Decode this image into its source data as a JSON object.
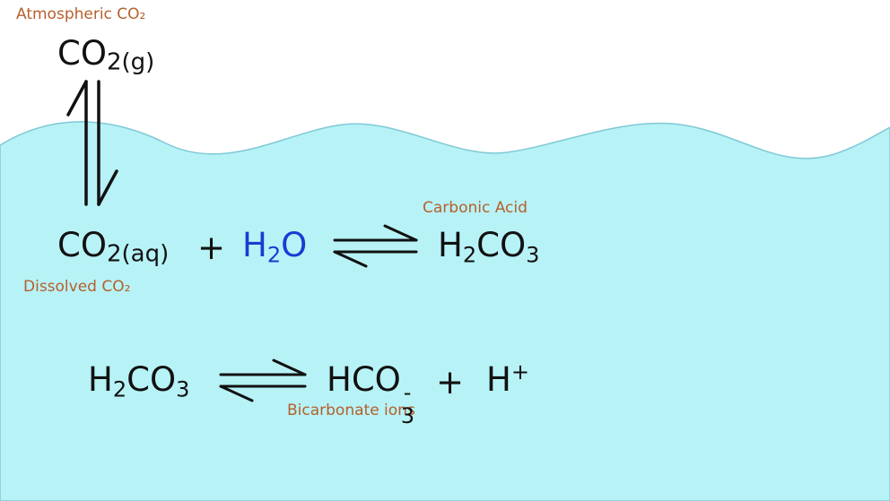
{
  "colors": {
    "water_fill": "#b7f2f6",
    "water_line": "#7fc9d6",
    "label": "#b5602c",
    "formula": "#111111",
    "water_formula": "#1a3bd1"
  },
  "labels": {
    "atmospheric_co2": "Atmospheric CO₂",
    "carbonic_acid": "Carbonic Acid",
    "dissolved_co2": "Dissolved CO₂",
    "bicarbonate_ions": "Bicarbonate ions"
  },
  "formulas": {
    "co2_gas": {
      "base": "CO",
      "sub": "2(g)"
    },
    "co2_aq": {
      "base": "CO",
      "sub": "2(aq)"
    },
    "plus": "+",
    "water": {
      "h": "H",
      "sub": "2",
      "o": "O"
    },
    "carbonic_product": {
      "h": "H",
      "sub1": "2",
      "co": "CO",
      "sub2": "3"
    },
    "carbonic_reactant": {
      "h": "H",
      "sub1": "2",
      "co": "CO",
      "sub2": "3"
    },
    "bicarbonate": {
      "hco": "HCO",
      "sub": "3",
      "sup": "-"
    },
    "plus2": "+",
    "proton": {
      "h": "H",
      "sup": "+"
    }
  }
}
